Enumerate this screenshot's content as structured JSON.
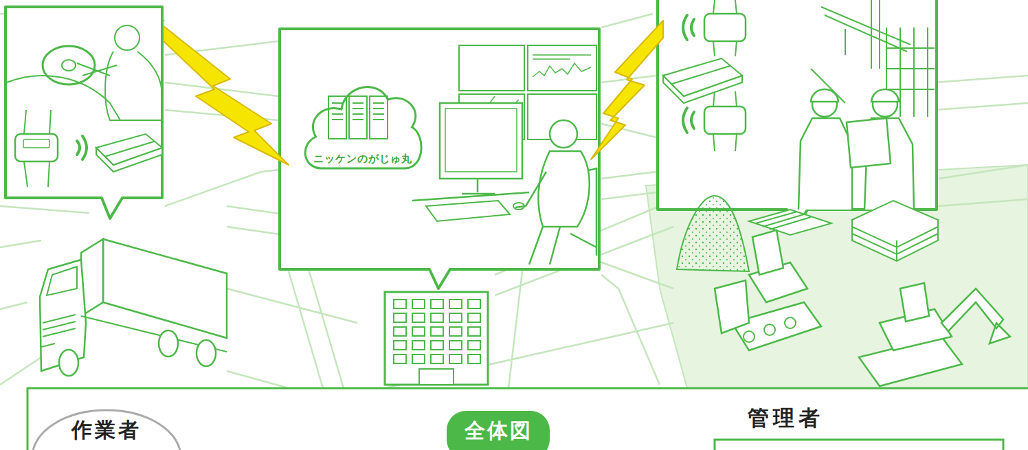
{
  "diagram": {
    "nodes": [
      {
        "text": [
          "ニッケンのがじゅ丸"
        ]
      },
      {
        "text": [
          "作業者"
        ]
      },
      {
        "text": [
          "全体図"
        ]
      }
    ],
    "labels": [
      "管理者"
    ]
  }
}
